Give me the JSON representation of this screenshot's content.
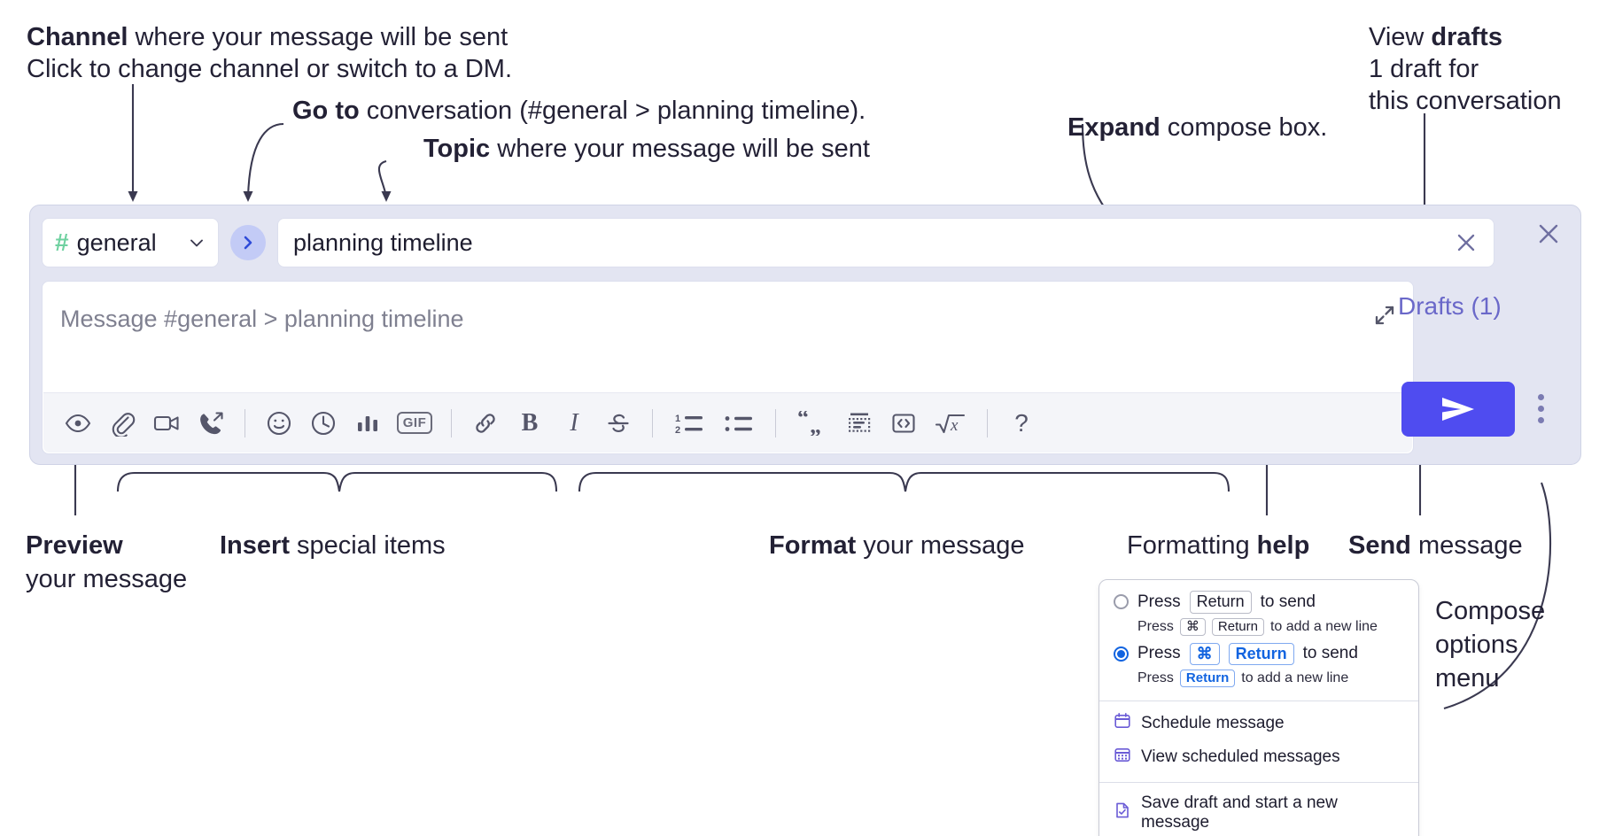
{
  "annotations": {
    "channel": {
      "bold": "Channel",
      "rest": " where your message will be sent",
      "sub": "Click to change channel or switch to a DM."
    },
    "goto": {
      "bold": "Go to",
      "rest": " conversation (#general > planning timeline)."
    },
    "topic": {
      "bold": "Topic",
      "rest": " where your message will be sent"
    },
    "expand": {
      "bold": "Expand",
      "rest": " compose box."
    },
    "drafts": {
      "pre": "View ",
      "bold": "drafts",
      "sub1": "1 draft for",
      "sub2": "this conversation"
    },
    "preview": {
      "bold": "Preview",
      "sub": "your message"
    },
    "insert": {
      "bold": "Insert",
      "rest": " special items"
    },
    "format": {
      "bold": "Format",
      "rest": " your message"
    },
    "help": {
      "pre": "Formatting ",
      "bold": "help"
    },
    "send": {
      "bold": "Send",
      "rest": " message"
    },
    "compose_options": {
      "bold1": "Compose",
      "bold2": "options",
      "rest": "menu"
    }
  },
  "compose": {
    "channel_name": "general",
    "channel_hash": "#",
    "topic_value": "planning timeline",
    "message_placeholder": "Message #general > planning timeline",
    "drafts_label": "Drafts (1)",
    "toolbar": [
      {
        "name": "preview-icon",
        "label": "Preview"
      },
      {
        "name": "attachment-icon",
        "label": "Attach file"
      },
      {
        "name": "video-icon",
        "label": "Record video clip"
      },
      {
        "name": "call-icon",
        "label": "Start a call"
      },
      {
        "name": "divider",
        "label": ""
      },
      {
        "name": "emoji-icon",
        "label": "Emoji"
      },
      {
        "name": "clock-icon",
        "label": "Schedule"
      },
      {
        "name": "poll-icon",
        "label": "Poll"
      },
      {
        "name": "gif-icon",
        "label": "GIF"
      },
      {
        "name": "divider",
        "label": ""
      },
      {
        "name": "link-icon",
        "label": "Link"
      },
      {
        "name": "bold-icon",
        "label": "B"
      },
      {
        "name": "italic-icon",
        "label": "I"
      },
      {
        "name": "strikethrough-icon",
        "label": "Strikethrough"
      },
      {
        "name": "divider",
        "label": ""
      },
      {
        "name": "ordered-list-icon",
        "label": "Ordered list"
      },
      {
        "name": "bulleted-list-icon",
        "label": "Bulleted list"
      },
      {
        "name": "divider",
        "label": ""
      },
      {
        "name": "blockquote-icon",
        "label": "Blockquote"
      },
      {
        "name": "code-block-icon",
        "label": "Code block"
      },
      {
        "name": "code-icon",
        "label": "Code"
      },
      {
        "name": "math-icon",
        "label": "Math"
      },
      {
        "name": "divider",
        "label": ""
      },
      {
        "name": "help-icon",
        "label": "?"
      }
    ]
  },
  "menu": {
    "options": [
      {
        "selected": false,
        "press": "Press",
        "keys": [
          "Return"
        ],
        "action": "to send",
        "sub_press": "Press",
        "sub_keys": [
          "⌘",
          "Return"
        ],
        "sub_action": "to add a new line"
      },
      {
        "selected": true,
        "press": "Press",
        "keys": [
          "⌘",
          "Return"
        ],
        "action": "to send",
        "sub_press": "Press",
        "sub_keys": [
          "Return"
        ],
        "sub_action": "to add a new line"
      }
    ],
    "items": [
      {
        "icon": "calendar-icon",
        "label": "Schedule message"
      },
      {
        "icon": "calendar-grid-icon",
        "label": "View scheduled messages"
      },
      {
        "icon": "save-draft-icon",
        "label": "Save draft and start a new message"
      }
    ]
  },
  "colors": {
    "panel_bg": "#e3e5f2",
    "send_button": "#4f4cf0",
    "drafts_link": "#6a68c9",
    "hash_green": "#6fd1a0",
    "goto_circle": "#c3cbf6",
    "radio_blue": "#1264e0",
    "menu_icon_purple": "#6a5bd6"
  }
}
